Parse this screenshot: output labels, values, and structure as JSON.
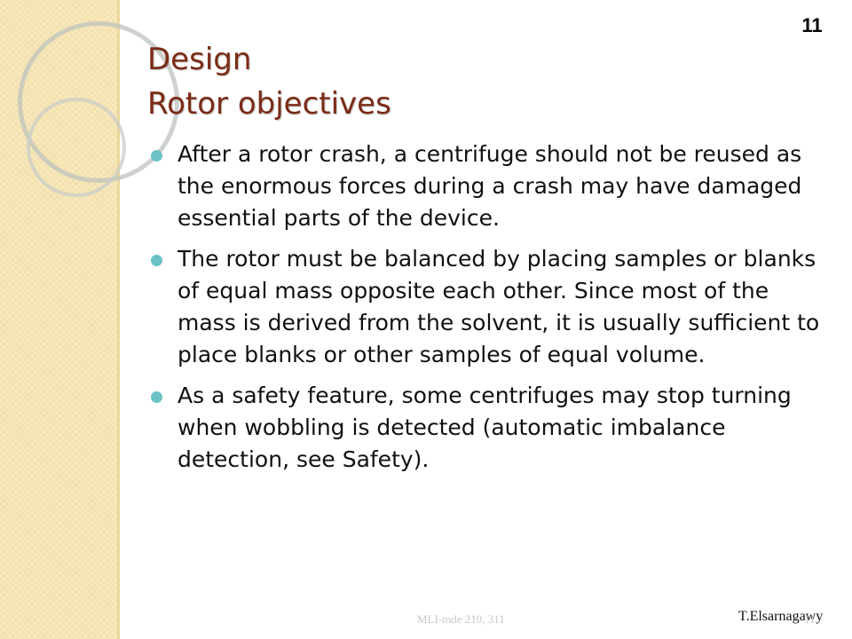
{
  "slide": {
    "number": "11",
    "title_line1": "Design",
    "title_line2": "Rotor objectives",
    "bullets": [
      "After a rotor crash, a centrifuge should not be reused as the enormous forces during a crash may have damaged essential parts of the device.",
      "The rotor must be balanced by placing samples or blanks of equal mass opposite each other. Since most of the mass is derived from the solvent, it is usually sufficient to place blanks or other samples of equal volume.",
      "As a safety feature, some centrifuges may stop turning when wobbling is detected (automatic imbalance detection, see Safety)."
    ],
    "footer_center": "MLI-mde 210, 311",
    "footer_author": "T.Elsarnagawy",
    "footer_faint": "11"
  },
  "colors": {
    "title": "#7b2b16",
    "bullet": "#6bc2c4",
    "sidebar": "#f6e5b4"
  }
}
